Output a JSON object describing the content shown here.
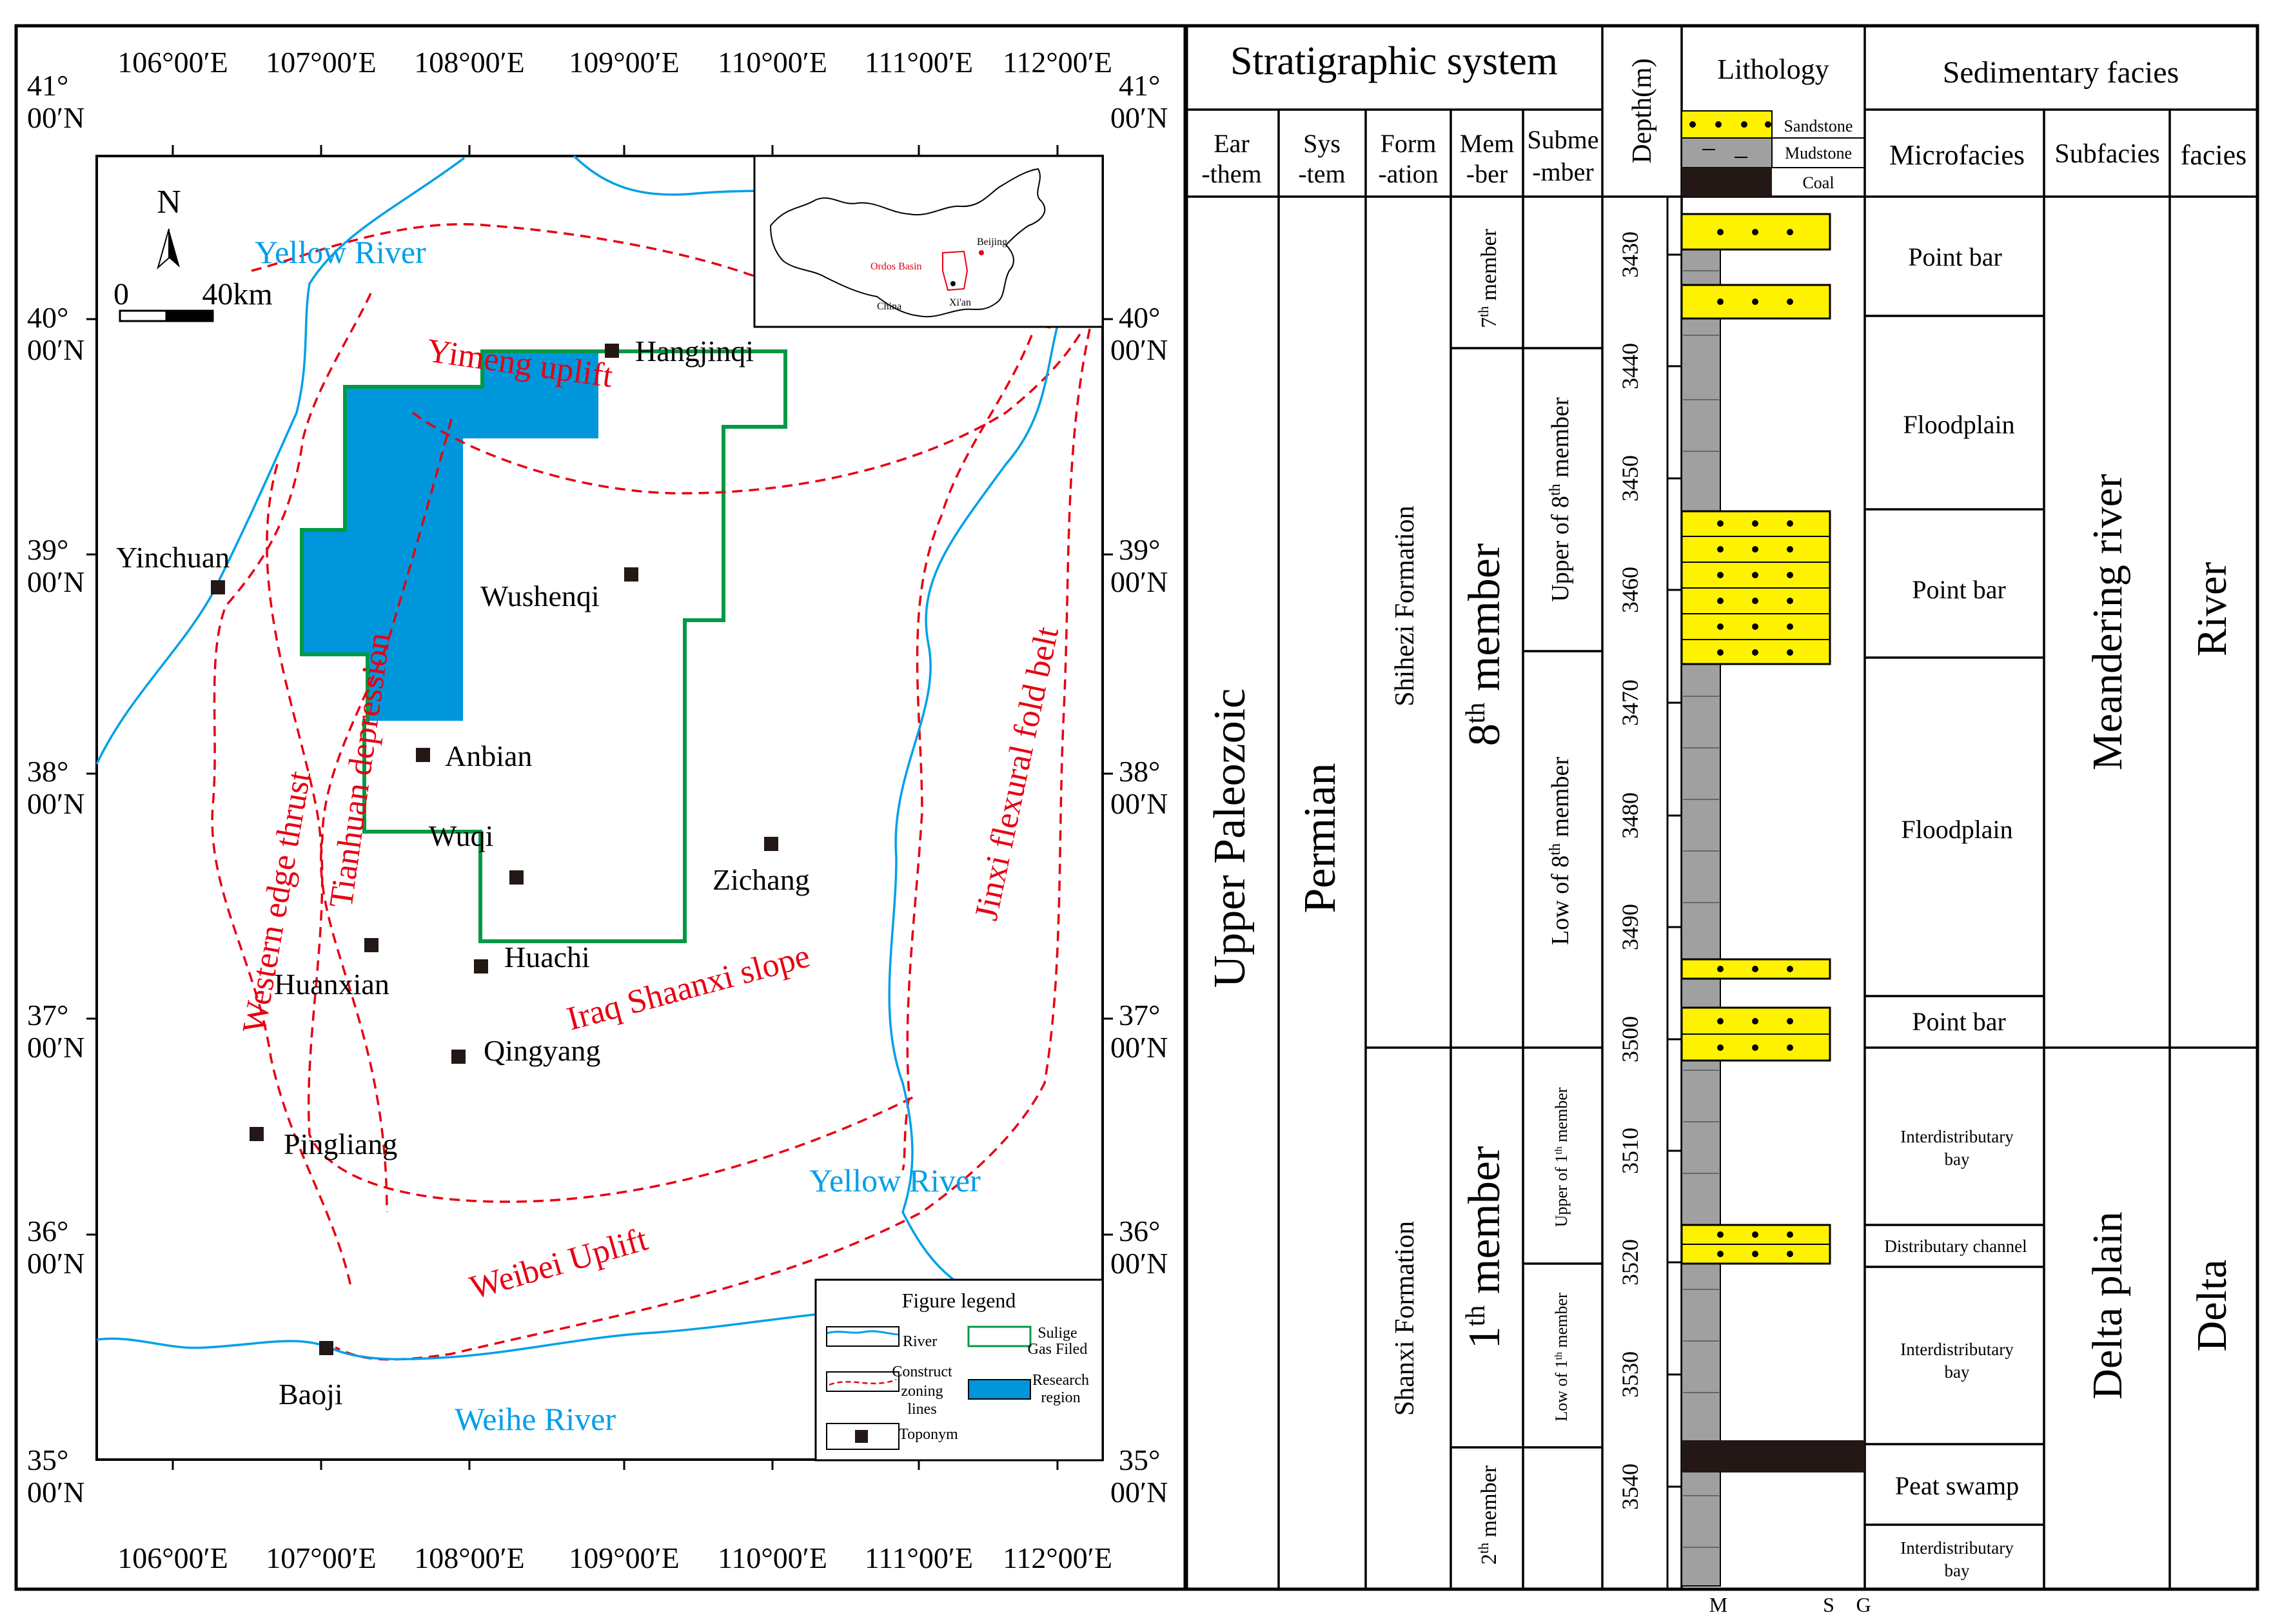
{
  "map": {
    "lon_labels": [
      "106°00′E",
      "107°00′E",
      "108°00′E",
      "109°00′E",
      "110°00′E",
      "111°00′E",
      "112°00′E"
    ],
    "lat_labels": [
      {
        "deg": "41°",
        "min": "00′N"
      },
      {
        "deg": "40°",
        "min": "00′N"
      },
      {
        "deg": "39°",
        "min": "00′N"
      },
      {
        "deg": "38°",
        "min": "00′N"
      },
      {
        "deg": "37°",
        "min": "00′N"
      },
      {
        "deg": "36°",
        "min": "00′N"
      },
      {
        "deg": "35°",
        "min": "00′N"
      }
    ],
    "north": "N",
    "scale": {
      "zero": "0",
      "dist": "40km"
    },
    "inset": {
      "basin": "Ordos Basin",
      "city": "Beijing",
      "country": "China",
      "xian": "Xi'an"
    },
    "rivers": {
      "yellow_north": "Yellow River",
      "yellow_south": "Yellow River",
      "weihe": "Weihe River"
    },
    "zones": {
      "yimeng": "Yimeng uplift",
      "tianhuan": "Tianhuan depression",
      "western": "Western edge thrust",
      "iraq": "Iraq Shaanxi slope",
      "jinxi": "Jinxi flexural fold belt",
      "weibei": "Weibei Uplift"
    },
    "cities": [
      "Hangjinqi",
      "Yinchuan",
      "Wushenqi",
      "Anbian",
      "Wuqi",
      "Zichang",
      "Huanxian",
      "Huachi",
      "Qingyang",
      "Pingliang",
      "Baoji"
    ],
    "legend": {
      "title": "Figure legend",
      "river": "River",
      "sulige1": "Sulige",
      "sulige2": "Gas Filed",
      "construct1": "Construct",
      "construct2": "zoning",
      "construct3": "lines",
      "research1": "Research",
      "research2": "region",
      "toponym": "Toponym"
    },
    "colors": {
      "river": "#00a0e9",
      "zoning": "#e60012",
      "sulige": "#009944",
      "research": "#0096dc"
    }
  },
  "column": {
    "headers": {
      "strat": "Stratigraphic system",
      "depth": "Depth(m)",
      "litho": "Lithology",
      "sed": "Sedimentary facies",
      "erathem": [
        "Ear",
        "-them"
      ],
      "system": [
        "Sys",
        "-tem"
      ],
      "formation": [
        "Form",
        "-ation"
      ],
      "member": [
        "Mem",
        "-ber"
      ],
      "submember": [
        "Subme",
        "-mber"
      ],
      "microfacies": "Microfacies",
      "subfacies": "Subfacies",
      "facies": "facies"
    },
    "litho_legend": [
      "Sandstone",
      "Mudstone",
      "Coal"
    ],
    "erathem": "Upper Paleozoic",
    "system": "Permian",
    "formations": [
      "Shihezi Formation",
      "Shanxi Formation"
    ],
    "members": {
      "m7": "7",
      "m8": "8",
      "m1": "1",
      "m2": "2",
      "sup": "th",
      "word": "member"
    },
    "submembers": {
      "upper8": "Upper of 8",
      "low8": "Low of 8",
      "upper1": "Upper of 1",
      "low1": "Low of 1",
      "sup": "th",
      "word": "member"
    },
    "depth_ticks": [
      "3430",
      "3440",
      "3450",
      "3460",
      "3470",
      "3480",
      "3490",
      "3500",
      "3510",
      "3520",
      "3530",
      "3540"
    ],
    "microfacies": [
      "Point bar",
      "Floodplain",
      "Point bar",
      "Floodplain",
      "Point bar",
      "Interdistributary",
      "bay",
      "Distributary channel",
      "Interdistributary",
      "bay",
      "Peat swamp",
      "Interdistributary",
      "bay"
    ],
    "subfacies": [
      "Meandering river",
      "Delta plain"
    ],
    "facies": [
      "River",
      "Delta"
    ],
    "grain": [
      "M",
      "S",
      "G"
    ],
    "colors": {
      "sand": "#fff200",
      "mud": "#a0a0a0",
      "coal": "#231815"
    }
  }
}
